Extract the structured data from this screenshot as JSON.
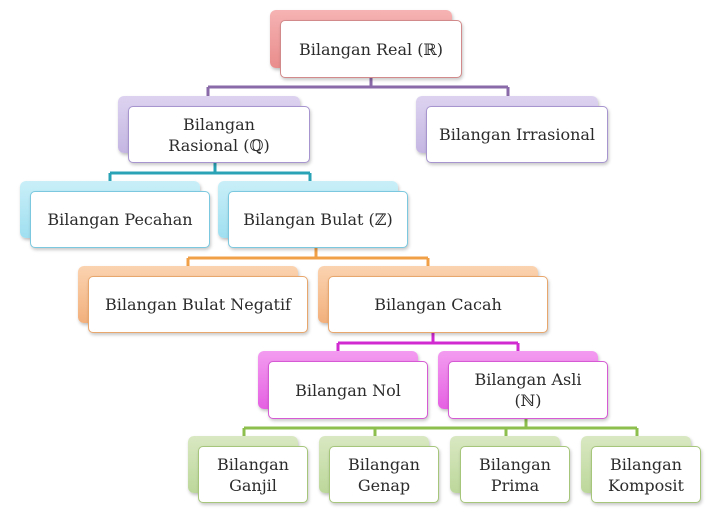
{
  "nodes": {
    "real": {
      "label": "Bilangan Real (ℝ)"
    },
    "rasional": {
      "label": "Bilangan Rasional (ℚ)"
    },
    "irrasional": {
      "label": "Bilangan Irrasional"
    },
    "pecahan": {
      "label": "Bilangan Pecahan"
    },
    "bulat": {
      "label": "Bilangan Bulat (ℤ)"
    },
    "bulat_negatif": {
      "label": "Bilangan Bulat Negatif"
    },
    "cacah": {
      "label": "Bilangan Cacah"
    },
    "nol": {
      "label": "Bilangan Nol"
    },
    "asli": {
      "label": "Bilangan Asli (ℕ)"
    },
    "ganjil": {
      "label": "Bilangan Ganjil"
    },
    "genap": {
      "label": "Bilangan Genap"
    },
    "prima": {
      "label": "Bilangan Prima"
    },
    "komposit": {
      "label": "Bilangan Komposit"
    }
  },
  "colors": {
    "level1": "#8a6aa8",
    "level2": "#2aa3b6",
    "level3": "#f0a047",
    "level4": "#d02ad0",
    "level5": "#8dbf4f"
  }
}
